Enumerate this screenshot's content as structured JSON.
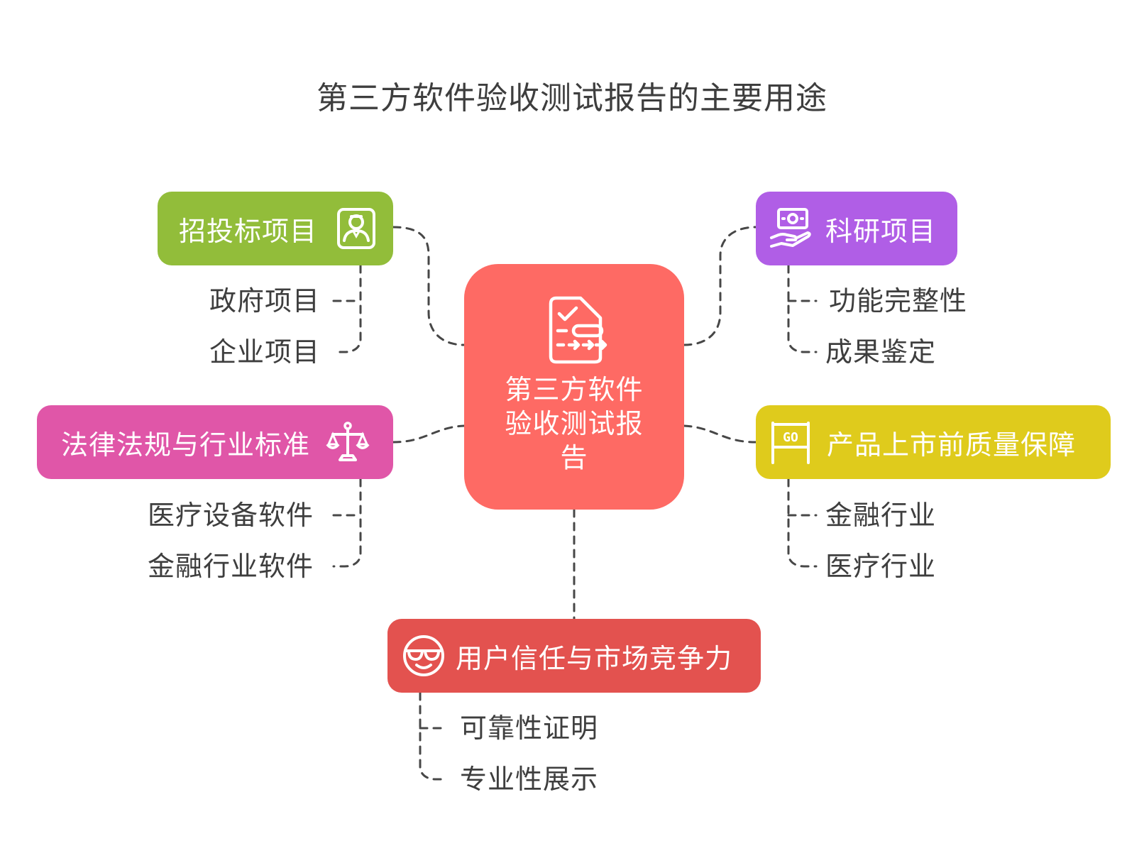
{
  "title": "第三方软件验收测试报告的主要用途",
  "center": {
    "label": "第三方软件验收测试报告",
    "icon": "document-checklist-icon"
  },
  "branches": {
    "bidding": {
      "label": "招投标项目",
      "color": "#92bd3a",
      "icon": "id-badge-person-icon",
      "items": [
        "政府项目",
        "企业项目"
      ]
    },
    "legal": {
      "label": "法律法规与行业标准",
      "color": "#e056a8",
      "icon": "balance-scale-icon",
      "items": [
        "医疗设备软件",
        "金融行业软件"
      ]
    },
    "research": {
      "label": "科研项目",
      "color": "#b05ee6",
      "icon": "hand-money-icon",
      "items": [
        "功能完整性",
        "成果鉴定"
      ]
    },
    "quality": {
      "label": "产品上市前质量保障",
      "color": "#dfcb1c",
      "icon": "go-sign-icon",
      "items": [
        "金融行业",
        "医疗行业"
      ]
    },
    "trust": {
      "label": "用户信任与市场竞争力",
      "color": "#e3524f",
      "icon": "sunglasses-face-icon",
      "items": [
        "可靠性证明",
        "专业性展示"
      ]
    }
  },
  "colors": {
    "center": "#fe6a64",
    "connector": "#474747",
    "text": "#3e3e3e"
  }
}
